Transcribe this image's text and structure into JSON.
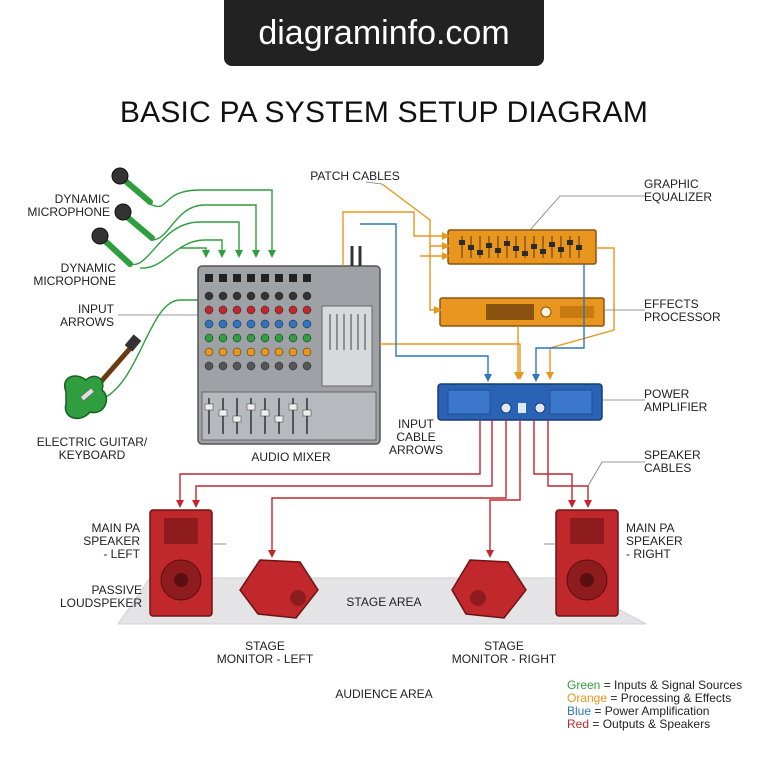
{
  "site": "diagraminfo.com",
  "title": "BASIC PA SYSTEM SETUP DIAGRAM",
  "labels": {
    "dynamic_mic_1": [
      "DYNAMIC",
      "MICROPHONE"
    ],
    "dynamic_mic_2": [
      "DYNAMIC",
      "MICROPHONE"
    ],
    "input_arrows": [
      "INPUT",
      "ARROWS"
    ],
    "guitar": [
      "ELECTRIC GUITAR/",
      "KEYBOARD"
    ],
    "audio_mixer": "AUDIO MIXER",
    "patch_cables": "PATCH CABLES",
    "input_cable_arrows": [
      "INPUT",
      "CABLE",
      "ARROWS"
    ],
    "graphic_eq": [
      "GRAPHIC",
      "EQUALIZER"
    ],
    "effects": [
      "EFFECTS",
      "PROCESSOR"
    ],
    "power_amp": [
      "POWER",
      "AMPLIFIER"
    ],
    "speaker_cables": [
      "SPEAKER",
      "CABLES"
    ],
    "main_left": [
      "MAIN PA",
      "SPEAKER",
      "- LEFT"
    ],
    "main_right": [
      "MAIN PA",
      "SPEAKER",
      "- RIGHT"
    ],
    "passive": [
      "PASSIVE",
      "LOUDSPEKER"
    ],
    "stage_area": "STAGE AREA",
    "monitor_left": [
      "STAGE",
      "MONITOR - LEFT"
    ],
    "monitor_right": [
      "STAGE",
      "MONITOR - RIGHT"
    ],
    "audience_area": "AUDIENCE AREA"
  },
  "legend": [
    {
      "key": "Green",
      "text": " = Inputs & Signal Sources",
      "color": "#2e9e3e"
    },
    {
      "key": "Orange",
      "text": " = Processing & Effects",
      "color": "#e8961e"
    },
    {
      "key": "Blue",
      "text": " = Power Amplification",
      "color": "#2f74c0"
    },
    {
      "key": "Red",
      "text": " = Outputs & Speakers",
      "color": "#c0282b"
    }
  ],
  "colors": {
    "green": "#2e9e3e",
    "orange": "#e8961e",
    "blue": "#2f74c0",
    "red": "#c0282b",
    "amp_blue": "#2a63b5",
    "mixer_gray": "#9ea2a6"
  }
}
